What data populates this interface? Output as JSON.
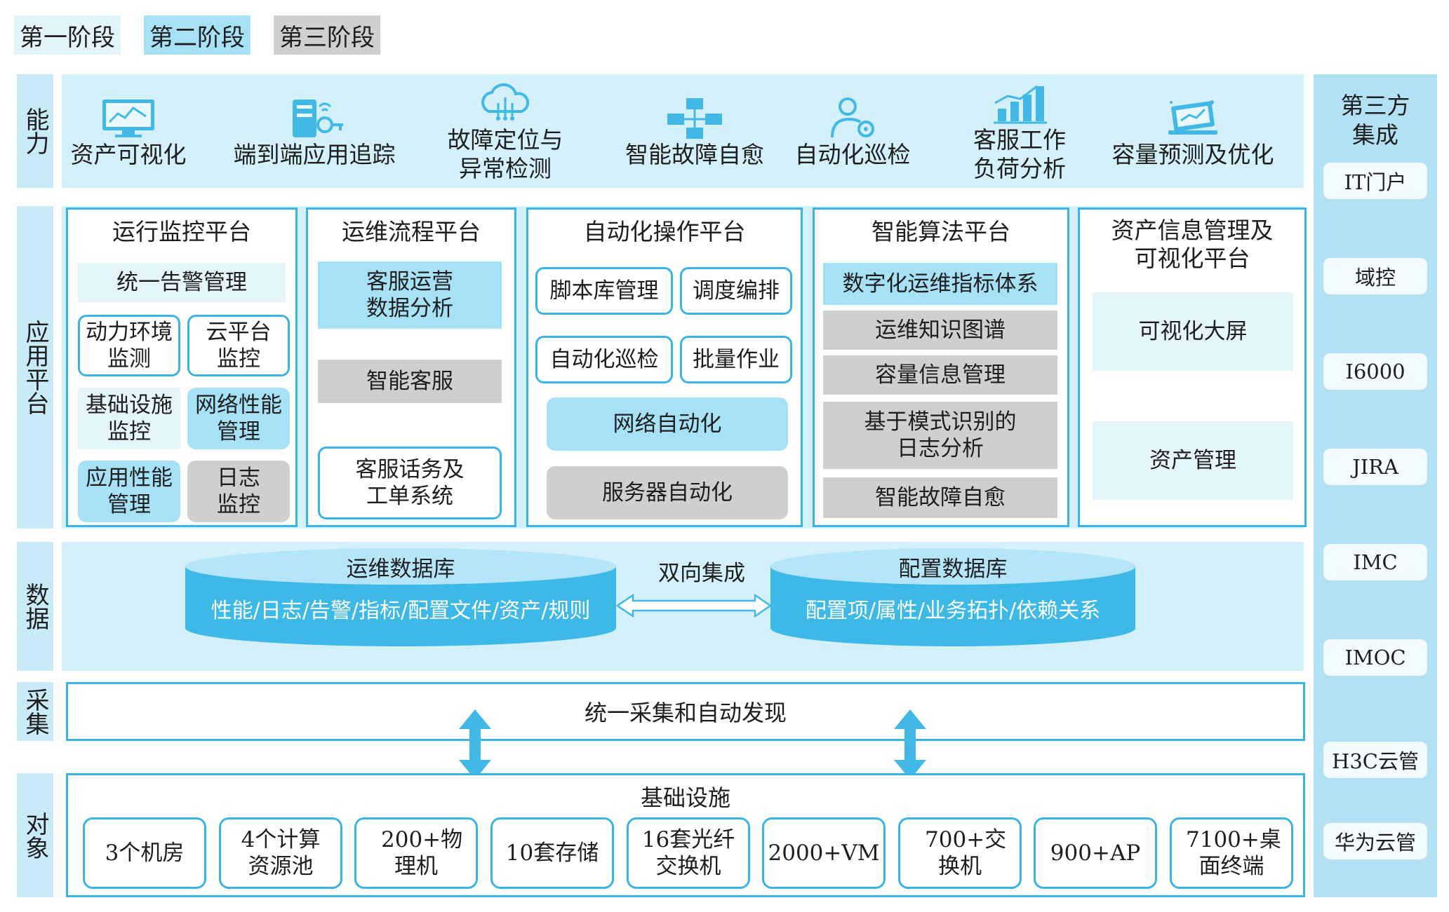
{
  "legend": {
    "stage1": "第一阶段",
    "stage2": "第二阶段",
    "stage3": "第三阶段"
  },
  "colors": {
    "accent": "#39b4e4",
    "arrow": "#41b8e6",
    "stage1": "#e3f4fb",
    "stage2": "#a6e1f6",
    "stage3": "#cfcfcf",
    "cylinder": "#3cb9e7"
  },
  "rows": {
    "capability": "能力",
    "application": "应用平台",
    "data": "数据",
    "collection": "采集",
    "object": "对象"
  },
  "capabilities": [
    {
      "label": "资产可视化",
      "icon": "monitor-dashboard-icon"
    },
    {
      "label": "端到端应用追踪",
      "icon": "server-key-icon"
    },
    {
      "label": "故障定位与异常检测",
      "icon": "cloud-network-icon"
    },
    {
      "label": "智能故障自愈",
      "icon": "network-nodes-icon"
    },
    {
      "label": "自动化巡检",
      "icon": "user-gear-icon"
    },
    {
      "label": "客服工作负荷分析",
      "icon": "bar-chart-icon"
    },
    {
      "label": "容量预测及优化",
      "icon": "laptop-analytics-icon"
    }
  ],
  "platforms": {
    "monitor": {
      "title": "运行监控平台",
      "unified_alarm": "统一告警管理",
      "power_env": "动力环境监测",
      "cloud_platform": "云平台监控",
      "infra": "基础设施监控",
      "network_perf": "网络性能管理",
      "app_perf": "应用性能管理",
      "log": "日志监控"
    },
    "process": {
      "title": "运维流程平台",
      "cs_ops": "客服运营数据分析",
      "smart_cs": "智能客服",
      "ticket": "客服话务及工单系统"
    },
    "automation": {
      "title": "自动化操作平台",
      "script_lib": "脚本库管理",
      "schedule": "调度编排",
      "auto_patrol": "自动化巡检",
      "batch": "批量作业",
      "net_auto": "网络自动化",
      "server_auto": "服务器自动化"
    },
    "algorithm": {
      "title": "智能算法平台",
      "metrics": "数字化运维指标体系",
      "knowledge": "运维知识图谱",
      "capacity": "容量信息管理",
      "pattern_log": "基于模式识别的日志分析",
      "self_heal": "智能故障自愈"
    },
    "asset": {
      "title": "资产信息管理及可视化平台",
      "big_screen": "可视化大屏",
      "asset_mgmt": "资产管理"
    }
  },
  "data_layer": {
    "ops_db_title": "运维数据库",
    "ops_db_content": "性能/日志/告警/指标/配置文件/资产/规则",
    "bidirectional": "双向集成",
    "config_db_title": "配置数据库",
    "config_db_content": "配置项/属性/业务拓扑/依赖关系"
  },
  "collection": {
    "label": "统一采集和自动发现"
  },
  "objects": {
    "title": "基础设施",
    "items": [
      "3个机房",
      "4个计算资源池",
      "200+物理机",
      "10套存储",
      "16套光纤交换机",
      "2000+VM",
      "700+交换机",
      "900+AP",
      "7100+桌面终端"
    ]
  },
  "third_party": {
    "title": "第三方集成",
    "items": [
      "IT门户",
      "域控",
      "I6000",
      "JIRA",
      "IMC",
      "IMOC",
      "H3C云管",
      "华为云管"
    ]
  }
}
